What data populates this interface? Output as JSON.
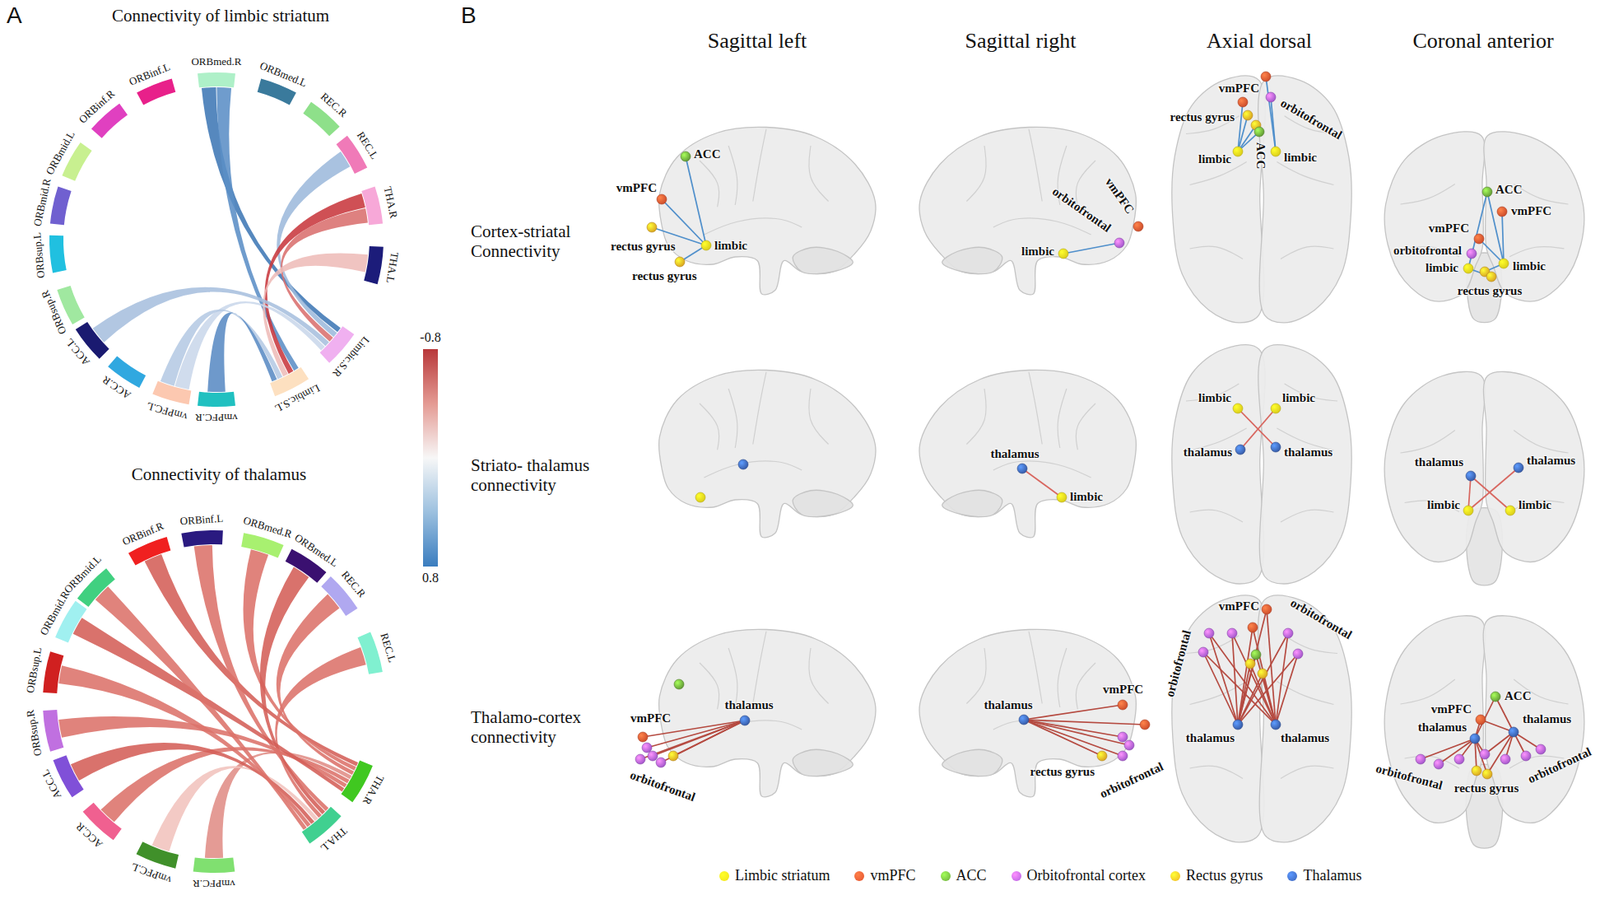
{
  "diagram": {
    "labels": [
      "A",
      "Connectivity of limbic striatum",
      "ORBmed.R",
      "ORBmed.L",
      "REC.R",
      "REC.L",
      "THA.R",
      "THA.L",
      "Limbic.S.R",
      "Limbic.S.L",
      "vmPFC.R",
      "vmPFC.L",
      "ACC.R",
      "ACC.L",
      "ORBsup.R",
      "ORBsup.L",
      "ORBmid.R",
      "ORBmid.L",
      "ORBinf.R",
      "ORBinf.L",
      "-0.8",
      "0.8",
      "Connectivity of thalamus",
      "ORBinf.R",
      "ORBinf.L",
      "ORBmed.R",
      "ORBmed.L",
      "REC.R",
      "REC.L",
      "THA.R",
      "THA.L",
      "vmPFC.R",
      "vmPFC.L",
      "ACC.R",
      "ACC.L",
      "ORBsup.R",
      "ORBsup.L",
      "ORBmid.R",
      "ORBmid.L",
      "B",
      "Sagittal left",
      "Sagittal right",
      "Axial dorsal",
      "Coronal anterior",
      "Cortex-striatal Connectivity",
      "Striato- thalamus connectivity",
      "Thalamo-cortex connectivity",
      "vmPFC",
      "ACC",
      "rectus gyrus",
      "rectus gyrus",
      "limbic",
      "orbitofrontal",
      "vmPFC",
      "limbic",
      "vmPFC",
      "orbitofrontal",
      "rectus gyrus",
      "ACC",
      "limbic",
      "limbic",
      "ACC",
      "vmPFC",
      "vmPFC",
      "orbitofrontal",
      "limbic",
      "limbic",
      "rectus gyrus",
      "thalamus",
      "limbic",
      "limbic",
      "limbic",
      "thalamus",
      "thalamus",
      "thalamus",
      "thalamus",
      "limbic",
      "limbic",
      "thalamus",
      "vmPFC",
      "orbitofrontal",
      "thalamus",
      "vmPFC",
      "rectus gyrus",
      "orbitofrontal",
      "vmPFC",
      "orbitofrontal",
      "orbitofrontal",
      "thalamus",
      "thalamus",
      "ACC",
      "vmPFC",
      "thalamus",
      "thalamus",
      "orbitofrontal",
      "rectus gyrus",
      "orbitofrontal"
    ],
    "legend": [
      {
        "text": "Limbic striatum",
        "color": "#f2e21c"
      },
      {
        "text": "vmPFC",
        "color": "#e2532f"
      },
      {
        "text": "ACC",
        "color": "#6aa83a"
      },
      {
        "text": "Orbitofrontal cortex",
        "color": "#b25ee0"
      },
      {
        "text": "Rectus gyrus",
        "color": "#f0b323"
      },
      {
        "text": "Thalamus",
        "color": "#3b63b8"
      }
    ]
  }
}
